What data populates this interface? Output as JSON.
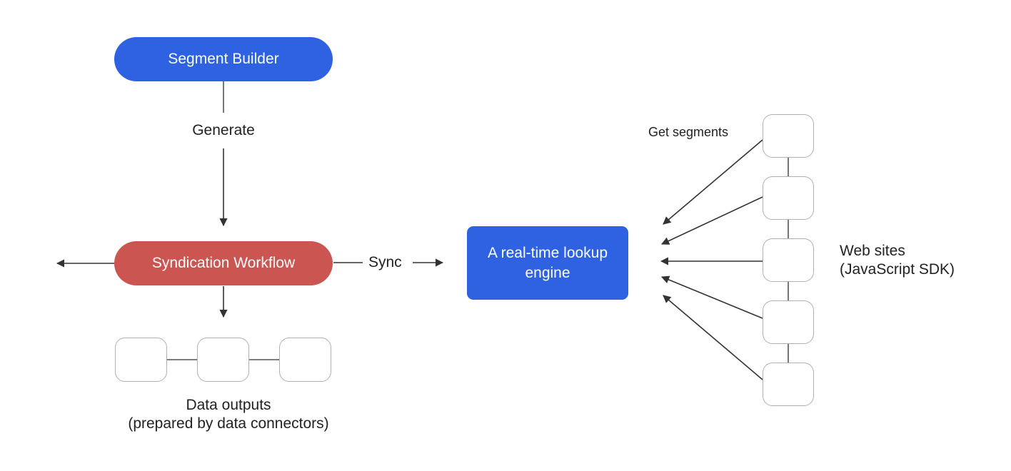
{
  "nodes": {
    "segment_builder": "Segment Builder",
    "syndication_workflow": "Syndication Workflow",
    "lookup_engine_line1": "A real-time lookup",
    "lookup_engine_line2": "engine"
  },
  "edges": {
    "generate": "Generate",
    "sync": "Sync",
    "get_segments": "Get segments"
  },
  "groups": {
    "data_outputs_line1": "Data outputs",
    "data_outputs_line2": "(prepared by data connectors)",
    "web_sites_line1": "Web sites",
    "web_sites_line2": "(JavaScript SDK)"
  },
  "colors": {
    "primary_blue": "#2f62e0",
    "workflow_red": "#cb5550",
    "box_border": "#b0b0b0",
    "line": "#333333"
  }
}
